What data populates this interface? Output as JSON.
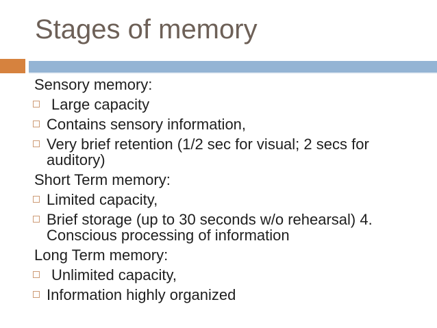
{
  "slide": {
    "title": "Stages of memory"
  },
  "theme": {
    "background": "#ffffff",
    "title_color": "#6d6057",
    "text_color": "#1e1e1e",
    "accent_orange": "#d6823e",
    "accent_blue": "#94b4d4",
    "bullet_outline": "#cd9c78"
  },
  "icons": {
    "bullet": "square-bullet-icon"
  },
  "content": {
    "items": [
      {
        "type": "header",
        "text": "Sensory memory:"
      },
      {
        "type": "bullet",
        "text": "Large capacity",
        "extra_indent": true
      },
      {
        "type": "bullet",
        "text": "Contains sensory information,"
      },
      {
        "type": "bullet",
        "text": "Very brief retention (1/2 sec for visual; 2 secs for auditory)"
      },
      {
        "type": "header",
        "text": "Short Term memory:"
      },
      {
        "type": "bullet",
        "text": "Limited capacity,"
      },
      {
        "type": "bullet",
        "text": "Brief storage (up to 30 seconds w/o rehearsal) 4. Conscious processing of information"
      },
      {
        "type": "header",
        "text": "Long Term memory:"
      },
      {
        "type": "bullet",
        "text": "Unlimited capacity,",
        "extra_indent": true
      },
      {
        "type": "bullet",
        "text": "Information highly organized"
      }
    ]
  }
}
